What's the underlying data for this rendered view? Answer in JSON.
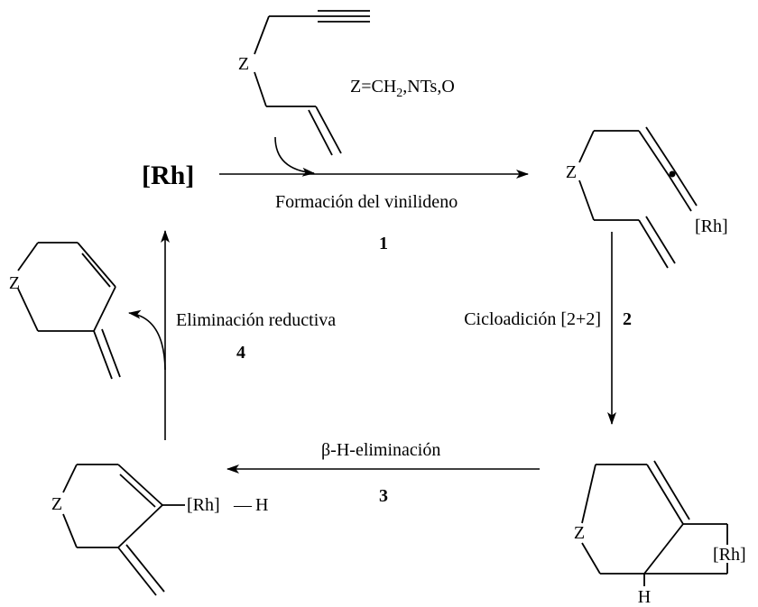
{
  "catalyst": "[Rh]",
  "substituent_note": {
    "prefix": "Z=CH",
    "sub": "2",
    "suffix": ",NTs,O"
  },
  "atom_labels": {
    "z": "Z",
    "rh": "[Rh]",
    "h": "H",
    "rh_h_bond": "—"
  },
  "steps": [
    {
      "number": "1",
      "label": "Formación del vinilideno"
    },
    {
      "number": "2",
      "label": "Cicloadición [2+2]"
    },
    {
      "number": "3",
      "label": "β-H-eliminación"
    },
    {
      "number": "4",
      "label": "Eliminación reductiva"
    }
  ]
}
